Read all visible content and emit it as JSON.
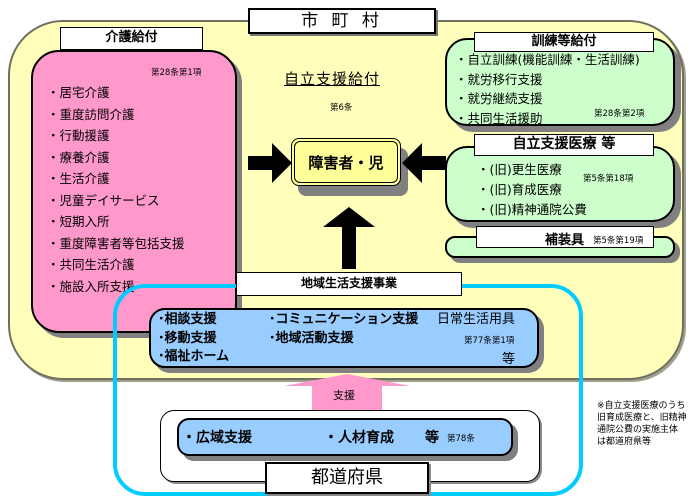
{
  "municipality": {
    "title": "市 町 村",
    "jiritsu_shien_kyufu": {
      "title": "自立支援給付",
      "article": "第6条"
    },
    "center_person": "障害者・児",
    "kaigo_kyufu": {
      "title": "介護給付",
      "article": "第28条第1項",
      "items": [
        "・居宅介護",
        "・重度訪問介護",
        "・行動援護",
        "・療養介護",
        "・生活介護",
        "・児童デイサービス",
        "・短期入所",
        "・重度障害者等包括支援",
        "・共同生活介護",
        "・施設入所支援"
      ]
    },
    "kunren_kyufu": {
      "title": "訓練等給付",
      "article": "第28条第2項",
      "items": [
        "・自立訓練(機能訓練・生活訓練)",
        "・就労移行支援",
        "・就労継続支援",
        "・共同生活援助"
      ]
    },
    "jiritsu_iryo": {
      "title": "自立支援医療 等",
      "article": "第5条第18項",
      "items": [
        "・(旧)更生医療",
        "・(旧)育成医療",
        "・(旧)精神通院公費"
      ]
    },
    "hosougu": {
      "title": "補装具",
      "article": "第5条第19項"
    },
    "chiiki_seikatsu": {
      "title": "地域生活支援事業",
      "col1": [
        "･相談支援",
        "･移動支援",
        "･福祉ホーム"
      ],
      "col2": [
        "･コミュニケーション支援",
        "･地域活動支援"
      ],
      "extra": "日常生活用具",
      "article": "第77条第1項",
      "etc": "等"
    }
  },
  "prefecture": {
    "support_arrow_label": "支援",
    "items": [
      "・広域支援",
      "・人材育成"
    ],
    "etc": "等",
    "article": "第78条",
    "title": "都道府県"
  },
  "footnote": [
    "※自立支援医療のうち",
    "旧育成医療と、旧精神",
    "通院公費の実施主体",
    "は都道府県等"
  ]
}
